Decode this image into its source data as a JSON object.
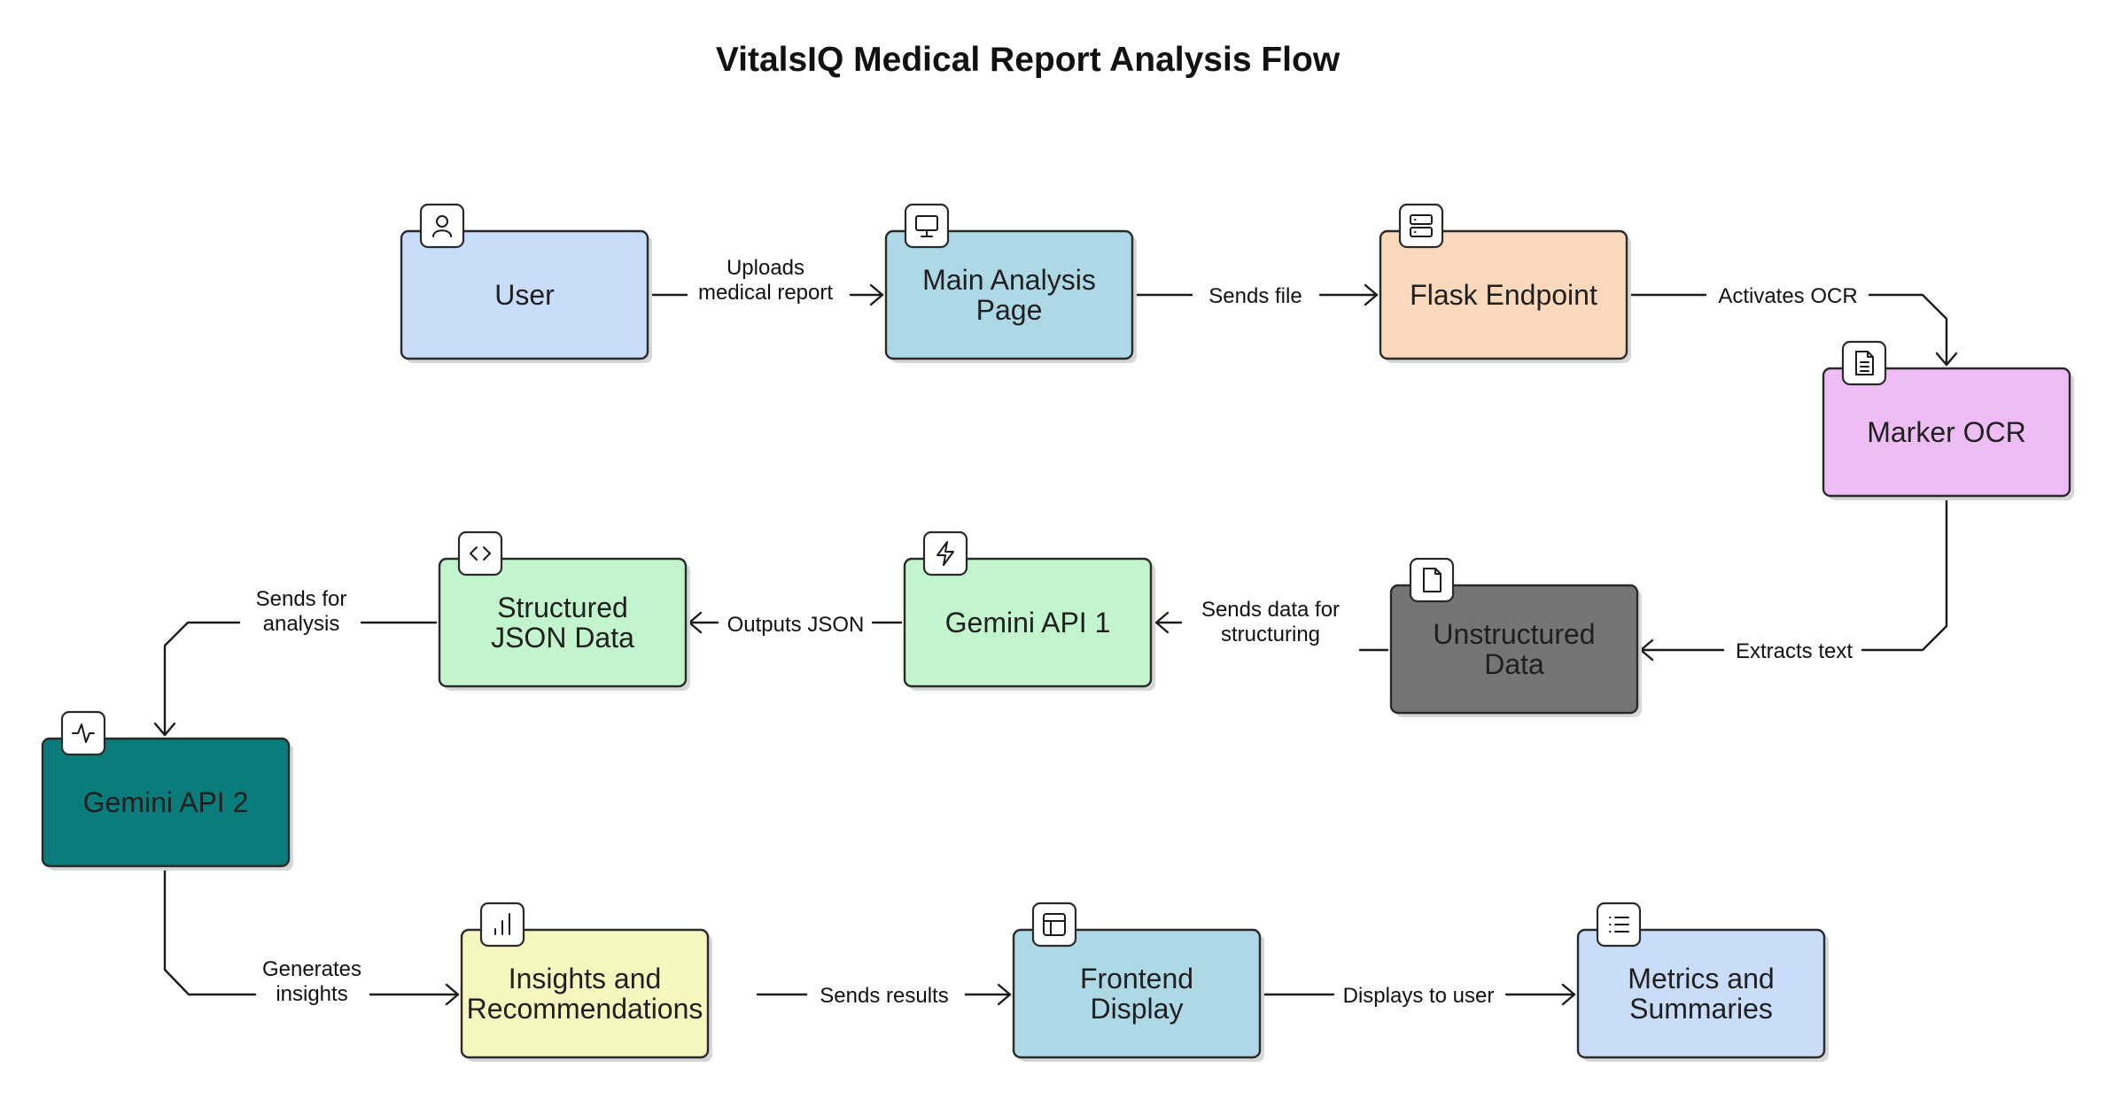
{
  "diagram": {
    "title": "VitalsIQ Medical Report Analysis Flow",
    "nodes": [
      {
        "id": "user",
        "lines": [
          "User"
        ],
        "fill": "#c9dcfa",
        "text_color": "#1f1f1f",
        "icon": "user-icon"
      },
      {
        "id": "main",
        "lines": [
          "Main Analysis",
          "Page"
        ],
        "fill": "#add8e6",
        "text_color": "#1f1f1f",
        "icon": "monitor-icon"
      },
      {
        "id": "flask",
        "lines": [
          "Flask Endpoint"
        ],
        "fill": "#f9d8bc",
        "text_color": "#1f1f1f",
        "icon": "server-icon"
      },
      {
        "id": "ocr",
        "lines": [
          "Marker OCR"
        ],
        "fill": "#efbdf5",
        "text_color": "#1f1f1f",
        "icon": "file-text-icon"
      },
      {
        "id": "unstructured",
        "lines": [
          "Unstructured",
          "Data"
        ],
        "fill": "#757575",
        "text_color": "#ffffff",
        "icon": "file-icon"
      },
      {
        "id": "gemini1",
        "lines": [
          "Gemini API 1"
        ],
        "fill": "#c2f5cd",
        "text_color": "#1f1f1f",
        "icon": "zap-icon"
      },
      {
        "id": "json",
        "lines": [
          "Structured",
          "JSON Data"
        ],
        "fill": "#c2f5cd",
        "text_color": "#1f1f1f",
        "icon": "code-icon"
      },
      {
        "id": "gemini2",
        "lines": [
          "Gemini API 2"
        ],
        "fill": "#0b7c7c",
        "text_color": "#ffffff",
        "icon": "activity-icon"
      },
      {
        "id": "insights",
        "lines": [
          "Insights and",
          "Recommendations"
        ],
        "fill": "#f6f6be",
        "text_color": "#1f1f1f",
        "icon": "bar-chart-icon"
      },
      {
        "id": "frontend",
        "lines": [
          "Frontend",
          "Display"
        ],
        "fill": "#add8e6",
        "text_color": "#1f1f1f",
        "icon": "layout-icon"
      },
      {
        "id": "metrics",
        "lines": [
          "Metrics and",
          "Summaries"
        ],
        "fill": "#c9dcfa",
        "text_color": "#1f1f1f",
        "icon": "list-icon"
      }
    ],
    "edges": [
      {
        "from": "user",
        "to": "main",
        "lines": [
          "Uploads",
          "medical report"
        ]
      },
      {
        "from": "main",
        "to": "flask",
        "lines": [
          "Sends file"
        ]
      },
      {
        "from": "flask",
        "to": "ocr",
        "lines": [
          "Activates OCR"
        ]
      },
      {
        "from": "ocr",
        "to": "unstructured",
        "lines": [
          "Extracts text"
        ]
      },
      {
        "from": "unstructured",
        "to": "gemini1",
        "lines": [
          "Sends data for",
          "structuring"
        ]
      },
      {
        "from": "gemini1",
        "to": "json",
        "lines": [
          "Outputs JSON"
        ]
      },
      {
        "from": "json",
        "to": "gemini2",
        "lines": [
          "Sends for",
          "analysis"
        ]
      },
      {
        "from": "gemini2",
        "to": "insights",
        "lines": [
          "Generates",
          "insights"
        ]
      },
      {
        "from": "insights",
        "to": "frontend",
        "lines": [
          "Sends results"
        ]
      },
      {
        "from": "frontend",
        "to": "metrics",
        "lines": [
          "Displays to user"
        ]
      }
    ]
  }
}
